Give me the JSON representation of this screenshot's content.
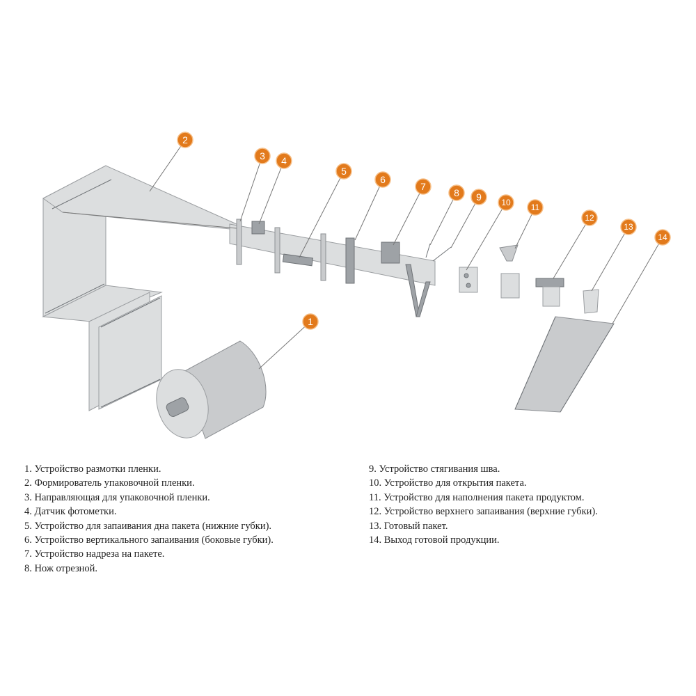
{
  "callouts": [
    "1",
    "2",
    "3",
    "4",
    "5",
    "6",
    "7",
    "8",
    "9",
    "10",
    "11",
    "12",
    "13",
    "14"
  ],
  "legend_left": [
    "1. Устройство размотки пленки.",
    "2. Формирователь упаковочной пленки.",
    "3. Направляющая для упаковочной пленки.",
    "4. Датчик фотометки.",
    "5. Устройство для запаивания дна пакета (нижние губки).",
    "6. Устройство вертикального запаивания (боковые губки).",
    "7. Устройство надреза на пакете.",
    "8. Нож отрезной."
  ],
  "legend_right": [
    "9. Устройство стягивания шва.",
    "10. Устройство для открытия пакета.",
    "11. Устройство для наполнения пакета продуктом.",
    "12. Устройство верхнего запаивания (верхние губки).",
    "13. Готовый пакет.",
    "14. Выход готовой продукции."
  ],
  "colors": {
    "badge": "#e27a1c",
    "part": "#c9cbcd"
  }
}
